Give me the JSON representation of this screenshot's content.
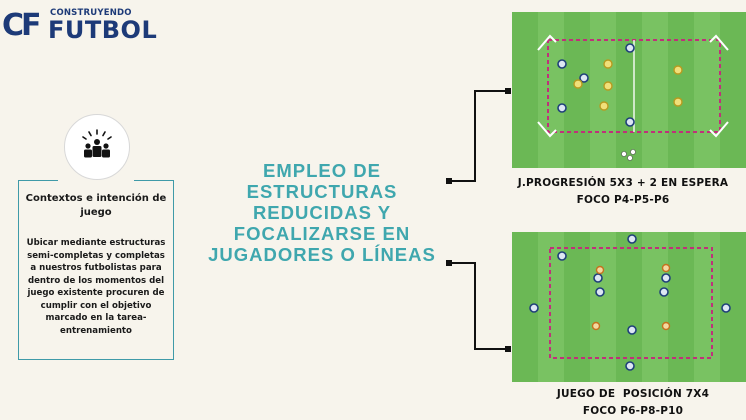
{
  "logo": {
    "mark": "CF",
    "top_text": "CONSTRUYENDO",
    "bottom_text": "FUTBOL"
  },
  "colors": {
    "brand_navy": "#1d3a78",
    "accent_teal": "#3fa7ae",
    "background": "#f7f4ec",
    "grass_light": "#79c262",
    "grass_dark": "#6bb855",
    "area_line": "#c0307a"
  },
  "icon": {
    "name": "group-people-icon"
  },
  "context": {
    "title": "Contextos e intención de juego",
    "body": "Ubicar mediante estructuras semi-completas y completas a nuestros futbolistas para dentro de los momentos del juego existente procuren de cumplir con el objetivo marcado en la tarea-entrenamiento"
  },
  "heading": {
    "lines": [
      "EMPLEO DE",
      "ESTRUCTURAS",
      "REDUCIDAS Y",
      "FOCALIZARSE EN",
      "JUGADORES O LÍNEAS"
    ]
  },
  "exercises": [
    {
      "title": "J.PROGRESIÓN 5X3 + 2 EN ESPERA",
      "focus": "FOCO P4-P5-P6"
    },
    {
      "title": "JUEGO DE  POSICIÓN 7X4",
      "focus": "FOCO P6-P8-P10"
    }
  ]
}
